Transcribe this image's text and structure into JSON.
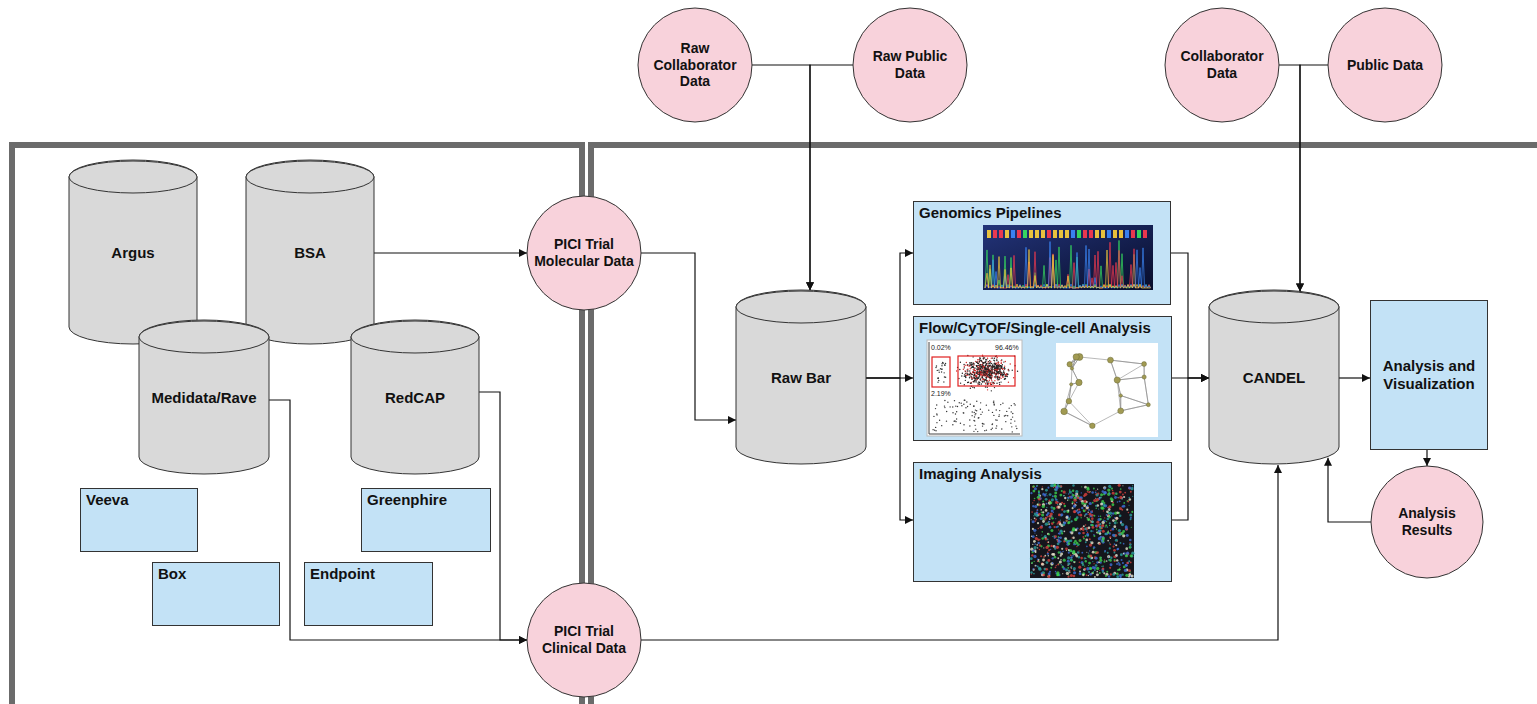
{
  "diagram": {
    "nodes": [
      {
        "text": [
          "Raw Collaborator Data"
        ]
      },
      {
        "text": [
          "Raw Public Data"
        ]
      },
      {
        "text": [
          "Collaborator Data"
        ]
      },
      {
        "text": [
          "Public Data"
        ]
      },
      {
        "text": [
          "Argus"
        ]
      },
      {
        "text": [
          "BSA"
        ]
      },
      {
        "text": [
          "PICI Trial Molecular Data"
        ]
      },
      {
        "text": [
          "Medidata/Rave"
        ]
      },
      {
        "text": [
          "RedCAP"
        ]
      },
      {
        "text": [
          "Veeva"
        ]
      },
      {
        "text": [
          "Greenphire"
        ]
      },
      {
        "text": [
          "Box"
        ]
      },
      {
        "text": [
          "Endpoint"
        ]
      },
      {
        "text": [
          "PICI Trial Clinical Data"
        ]
      },
      {
        "text": [
          "Raw Bar"
        ]
      },
      {
        "text": [
          "Genomics Pipelines"
        ]
      },
      {
        "text": [
          "Flow/CyTOF/Single-cell Analysis"
        ]
      },
      {
        "text": [
          "Imaging Analysis"
        ]
      },
      {
        "text": [
          "CANDEL"
        ]
      },
      {
        "text": [
          "Analysis and Visualization"
        ]
      },
      {
        "text": [
          "Analysis Results"
        ]
      }
    ],
    "edges": [
      {
        "from": 0,
        "to": 14,
        "arrow": "to"
      },
      {
        "from": 1,
        "to": 14,
        "arrow": "to"
      },
      {
        "from": 2,
        "to": 18,
        "arrow": "to"
      },
      {
        "from": 3,
        "to": 18,
        "arrow": "to"
      },
      {
        "from": 5,
        "to": 6,
        "arrow": "to"
      },
      {
        "from": 6,
        "to": 14,
        "arrow": "to"
      },
      {
        "from": 7,
        "to": 13,
        "arrow": "to"
      },
      {
        "from": 8,
        "to": 13,
        "arrow": "to"
      },
      {
        "from": 13,
        "to": 18,
        "arrow": "to"
      },
      {
        "from": 14,
        "to": 15,
        "arrow": "to"
      },
      {
        "from": 14,
        "to": 16,
        "arrow": "to"
      },
      {
        "from": 14,
        "to": 17,
        "arrow": "to"
      },
      {
        "from": 15,
        "to": 18,
        "arrow": "to"
      },
      {
        "from": 16,
        "to": 18,
        "arrow": "to"
      },
      {
        "from": 17,
        "to": 18,
        "arrow": "to"
      },
      {
        "from": 18,
        "to": 19,
        "arrow": "to"
      },
      {
        "from": 19,
        "to": 20,
        "arrow": "to"
      },
      {
        "from": 20,
        "to": 18,
        "arrow": "to"
      }
    ],
    "labels": [
      "0.02%",
      "96.46%",
      "2.19%"
    ]
  }
}
